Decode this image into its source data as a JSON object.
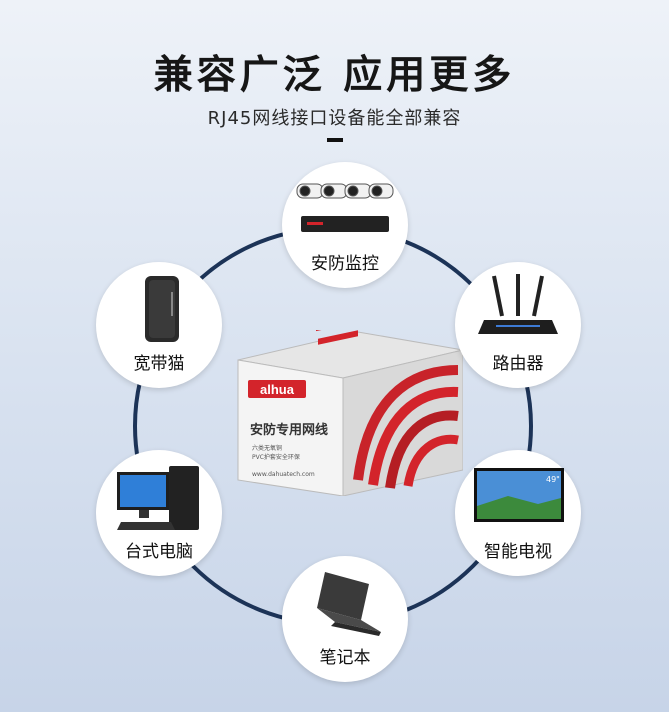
{
  "header": {
    "title": "兼容广泛 应用更多",
    "subtitle": "RJ45网线接口设备能全部兼容"
  },
  "devices": {
    "camera": "安防监控",
    "modem": "宽带猫",
    "router": "路由器",
    "desktop": "台式电脑",
    "tv": "智能电视",
    "laptop": "笔记本"
  },
  "product": {
    "brand": "alhua",
    "name": "安防专用网线",
    "features": [
      "六类无氧铜",
      "PVC护套安全环保"
    ],
    "website": "www.dahuatech.com"
  },
  "tv_screen": {
    "size_label": "49\""
  },
  "colors": {
    "ring": "#1c3357",
    "brand_red": "#d3242b"
  }
}
